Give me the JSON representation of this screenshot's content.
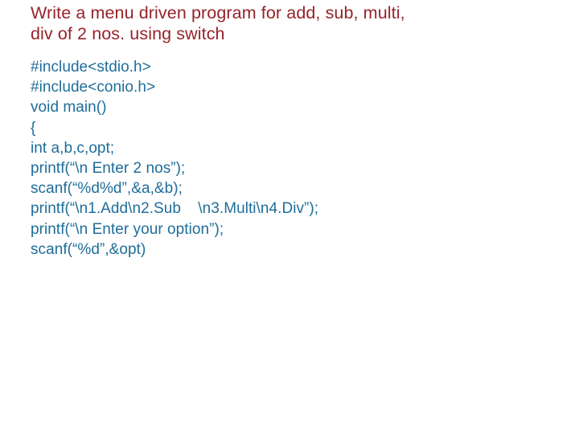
{
  "slide": {
    "background_color": "#ffffff",
    "title": {
      "color": "#96232a",
      "lines": [
        "Write a menu driven program for add, sub, multi,",
        "div of 2 nos. using switch"
      ]
    },
    "code": {
      "color": "#1f6d99",
      "language": "c",
      "lines": [
        "#include<stdio.h>",
        "#include<conio.h>",
        "void main()",
        "{",
        "int a,b,c,opt;",
        "printf(“\\n Enter 2 nos”);",
        "scanf(“%d%d”,&a,&b);",
        "printf(“\\n1.Add\\n2.Sub    \\n3.Multi\\n4.Div”);",
        "printf(“\\n Enter your option”);",
        "scanf(“%d”,&opt)"
      ]
    }
  }
}
